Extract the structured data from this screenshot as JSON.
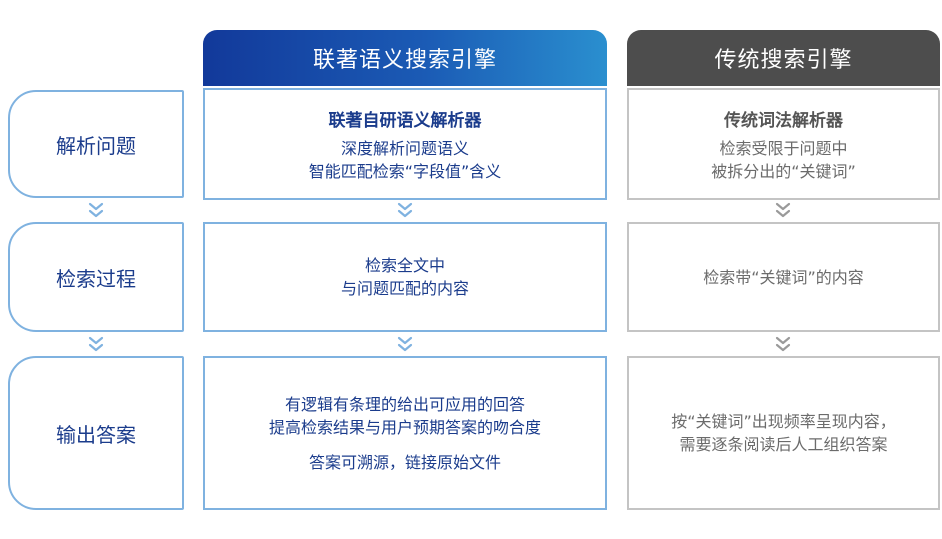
{
  "header": {
    "lianzhu": "联著语义搜索引擎",
    "traditional": "传统搜索引擎"
  },
  "steps": [
    {
      "label": "解析问题"
    },
    {
      "label": "检索过程"
    },
    {
      "label": "输出答案"
    }
  ],
  "lianzhu": {
    "parse": {
      "title": "联著自研语义解析器",
      "lines": [
        "深度解析问题语义",
        "智能匹配检索“字段值”含义"
      ]
    },
    "search": {
      "lines": [
        "检索全文中",
        "与问题匹配的内容"
      ]
    },
    "output": {
      "lines": [
        "有逻辑有条理的给出可应用的回答",
        "提高检索结果与用户预期答案的吻合度"
      ],
      "extra": "答案可溯源，链接原始文件"
    }
  },
  "traditional": {
    "parse": {
      "title": "传统词法解析器",
      "lines": [
        "检索受限于问题中",
        "被拆分出的“关键词”"
      ]
    },
    "search": {
      "lines": [
        "检索带“关键词”的内容"
      ]
    },
    "output": {
      "lines": [
        "按“关键词”出现频率呈现内容，",
        "需要逐条阅读后人工组织答案"
      ]
    }
  },
  "colors": {
    "accent_blue": "#1b3c8c",
    "border_blue": "#7fb2e0",
    "header_gray": "#4d4d4d",
    "border_gray": "#c4c4c4"
  }
}
